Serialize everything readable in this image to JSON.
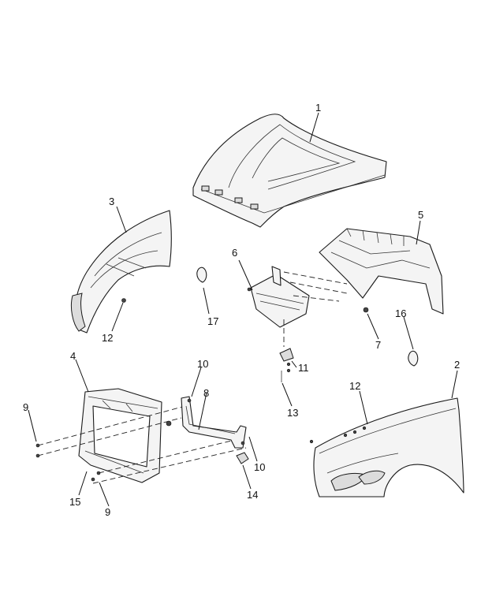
{
  "callouts": {
    "c1": "1",
    "c2": "2",
    "c3": "3",
    "c4": "4",
    "c5": "5",
    "c6": "6",
    "c7": "7",
    "c8": "8",
    "c9a": "9",
    "c9b": "9",
    "c10a": "10",
    "c10b": "10",
    "c11": "11",
    "c12a": "12",
    "c12b": "12",
    "c13": "13",
    "c14": "14",
    "c15": "15",
    "c16": "16",
    "c17": "17"
  }
}
